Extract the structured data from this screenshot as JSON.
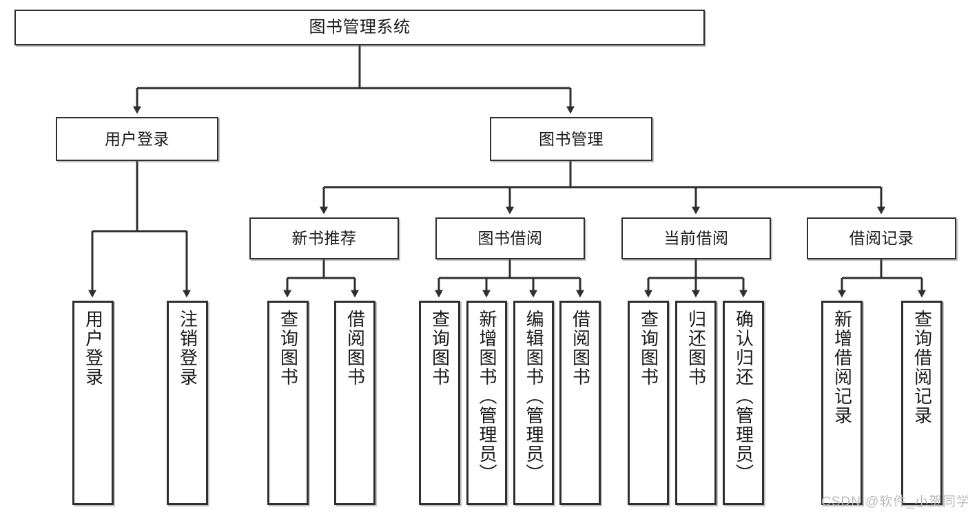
{
  "diagram": {
    "type": "tree-hierarchy",
    "title": "图书管理系统",
    "orientation": "top-down",
    "colors": {
      "box_border": "#2f2f2f",
      "box_fill": "#ffffff",
      "connector": "#2f2f2f",
      "watermark": "#b9b9b9"
    },
    "levels": {
      "root": {
        "label": "图书管理系统"
      },
      "level2": [
        {
          "label": "用户登录"
        },
        {
          "label": "图书管理"
        }
      ],
      "level3": [
        {
          "label": "新书推荐"
        },
        {
          "label": "图书借阅"
        },
        {
          "label": "当前借阅"
        },
        {
          "label": "借阅记录"
        }
      ],
      "leaves": {
        "用户登录": [
          {
            "label": "用户登录"
          },
          {
            "label": "注销登录"
          }
        ],
        "新书推荐": [
          {
            "label": "查询图书"
          },
          {
            "label": "借阅图书"
          }
        ],
        "图书借阅": [
          {
            "label": "查询图书"
          },
          {
            "label": "新增图书（管理员）"
          },
          {
            "label": "编辑图书（管理员）"
          },
          {
            "label": "借阅图书"
          }
        ],
        "当前借阅": [
          {
            "label": "查询图书"
          },
          {
            "label": "归还图书"
          },
          {
            "label": "确认归还（管理员）"
          }
        ],
        "借阅记录": [
          {
            "label": "新增借阅记录"
          },
          {
            "label": "查询借阅记录"
          }
        ]
      }
    }
  },
  "watermark": {
    "text": "CSDN @软件_小贺同学"
  }
}
